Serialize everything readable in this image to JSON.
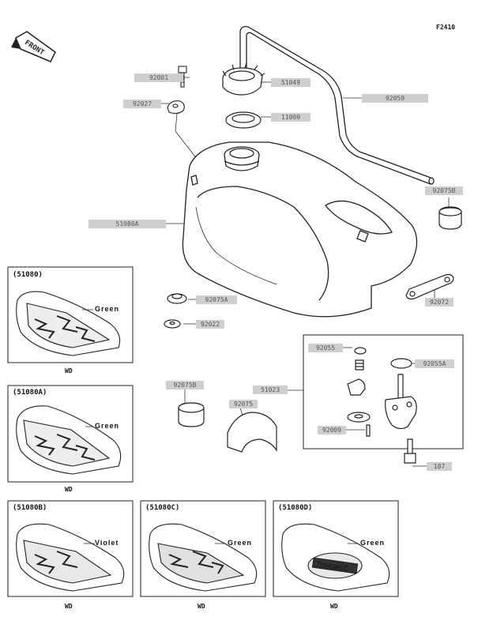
{
  "figure_number": "F2410",
  "front_label": "FRONT",
  "parts": [
    {
      "id": "p92001",
      "num": "92001"
    },
    {
      "id": "p51049",
      "num": "51049"
    },
    {
      "id": "p92027",
      "num": "92027"
    },
    {
      "id": "p11009",
      "num": "11009"
    },
    {
      "id": "p92059",
      "num": "92059"
    },
    {
      "id": "p92075B_a",
      "num": "92075B"
    },
    {
      "id": "p51080A",
      "num": "51080A"
    },
    {
      "id": "p92075A",
      "num": "92075A"
    },
    {
      "id": "p92072",
      "num": "92072"
    },
    {
      "id": "p92022",
      "num": "92022"
    },
    {
      "id": "p92055",
      "num": "92055"
    },
    {
      "id": "p92055A",
      "num": "92055A"
    },
    {
      "id": "p92075B_b",
      "num": "92075B"
    },
    {
      "id": "p51023",
      "num": "51023"
    },
    {
      "id": "p92075",
      "num": "92075"
    },
    {
      "id": "p92009",
      "num": "92009"
    },
    {
      "id": "p187",
      "num": "187"
    }
  ],
  "decal_boxes": [
    {
      "id": "b1",
      "title": "(51080)",
      "color": "Green",
      "note": "WD"
    },
    {
      "id": "b2",
      "title": "(51080A)",
      "color": "Green",
      "note": "WD"
    },
    {
      "id": "b3",
      "title": "(51080B)",
      "color": "Violet",
      "note": "WD"
    },
    {
      "id": "b4",
      "title": "(51080C)",
      "color": "Green",
      "note": "WD"
    },
    {
      "id": "b5",
      "title": "(51080D)",
      "color": "Green",
      "note": "WD",
      "brand": "Kawasaki"
    }
  ]
}
